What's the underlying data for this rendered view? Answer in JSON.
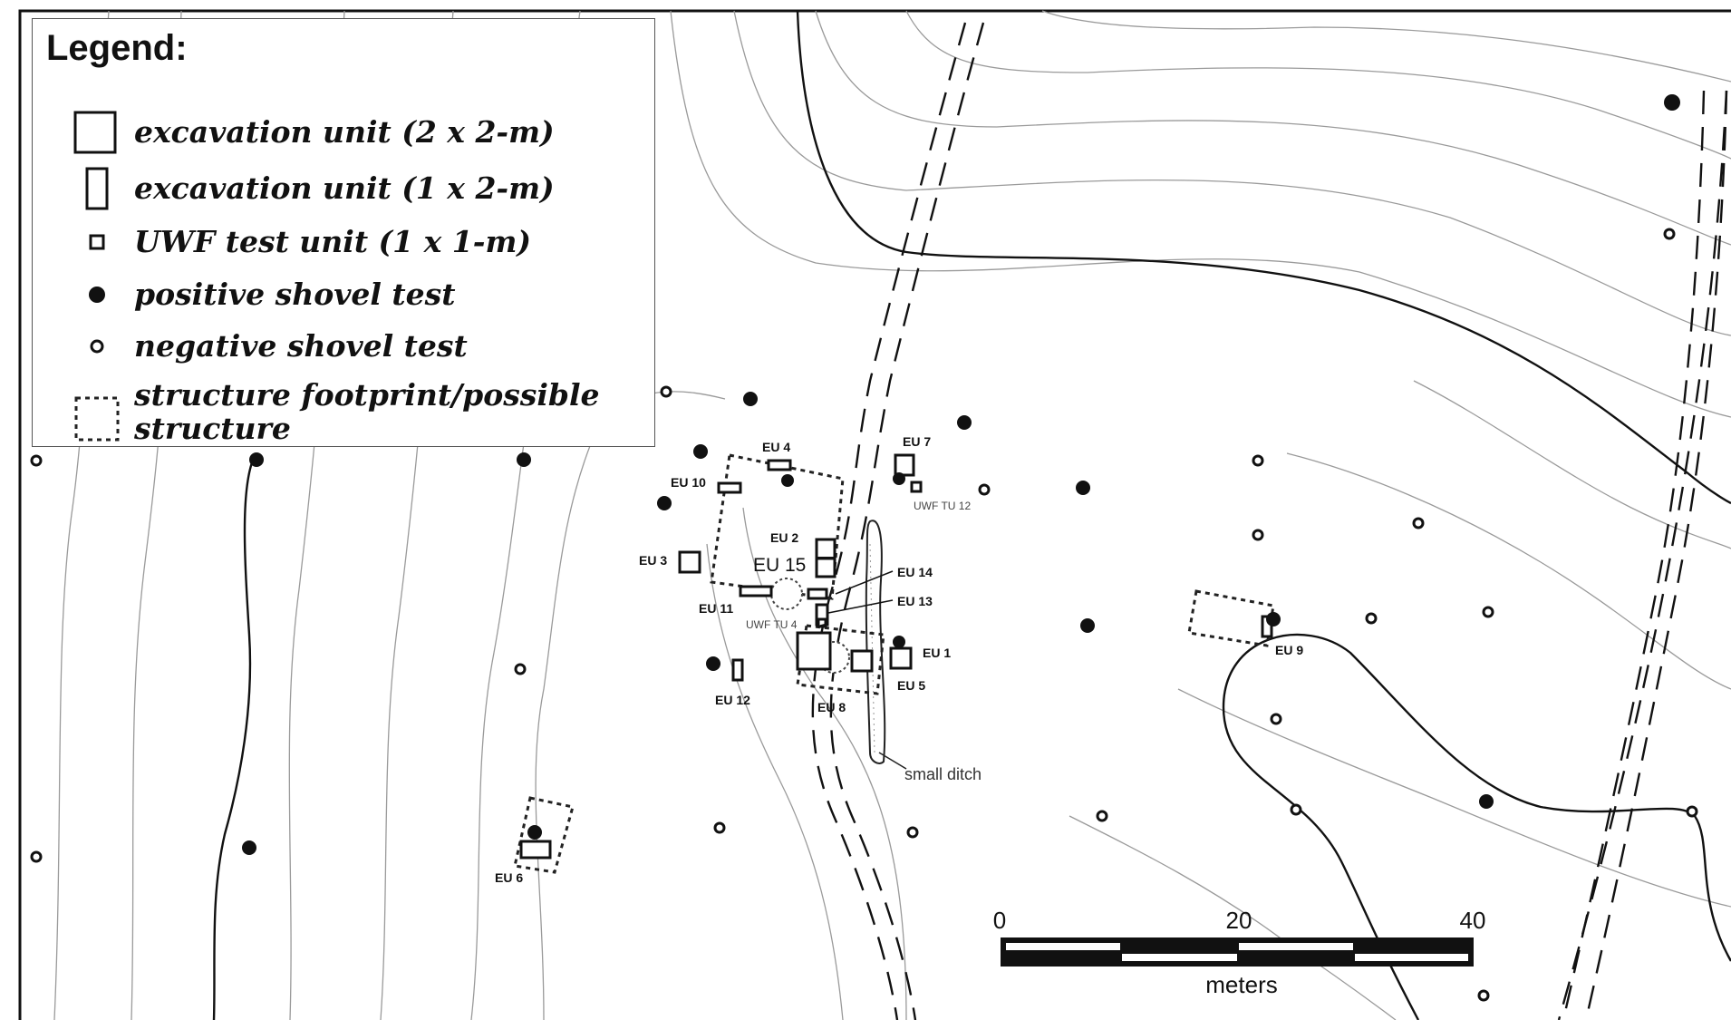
{
  "legend": {
    "title": "Legend:",
    "items": [
      {
        "symbol": "large-square",
        "label": "excavation unit (2 x 2-m)"
      },
      {
        "symbol": "tall-rect",
        "label": "excavation unit (1 x 2-m)"
      },
      {
        "symbol": "small-square",
        "label": "UWF test unit (1 x 1-m)"
      },
      {
        "symbol": "filled-dot",
        "label": "positive shovel test"
      },
      {
        "symbol": "open-circle",
        "label": "negative shovel test"
      },
      {
        "symbol": "dotted-rect",
        "label": "structure footprint/possible\nstructure"
      }
    ]
  },
  "labels": {
    "eu1": "EU 1",
    "eu2": "EU 2",
    "eu3": "EU 3",
    "eu4": "EU 4",
    "eu5": "EU 5",
    "eu6": "EU 6",
    "eu7": "EU 7",
    "eu8": "EU 8",
    "eu9": "EU 9",
    "eu10": "EU 10",
    "eu11": "EU 11",
    "eu12": "EU 12",
    "eu13": "EU 13",
    "eu14": "EU 14",
    "eu15": "EU 15",
    "uwf_tu4": "UWF TU 4",
    "uwf_tu12": "UWF TU 12",
    "small_ditch": "small ditch"
  },
  "scale_bar": {
    "ticks": [
      "0",
      "20",
      "40"
    ],
    "unit": "meters"
  },
  "colors": {
    "contour": "#9a9a9a",
    "feature": "#111111",
    "background": "#ffffff"
  }
}
